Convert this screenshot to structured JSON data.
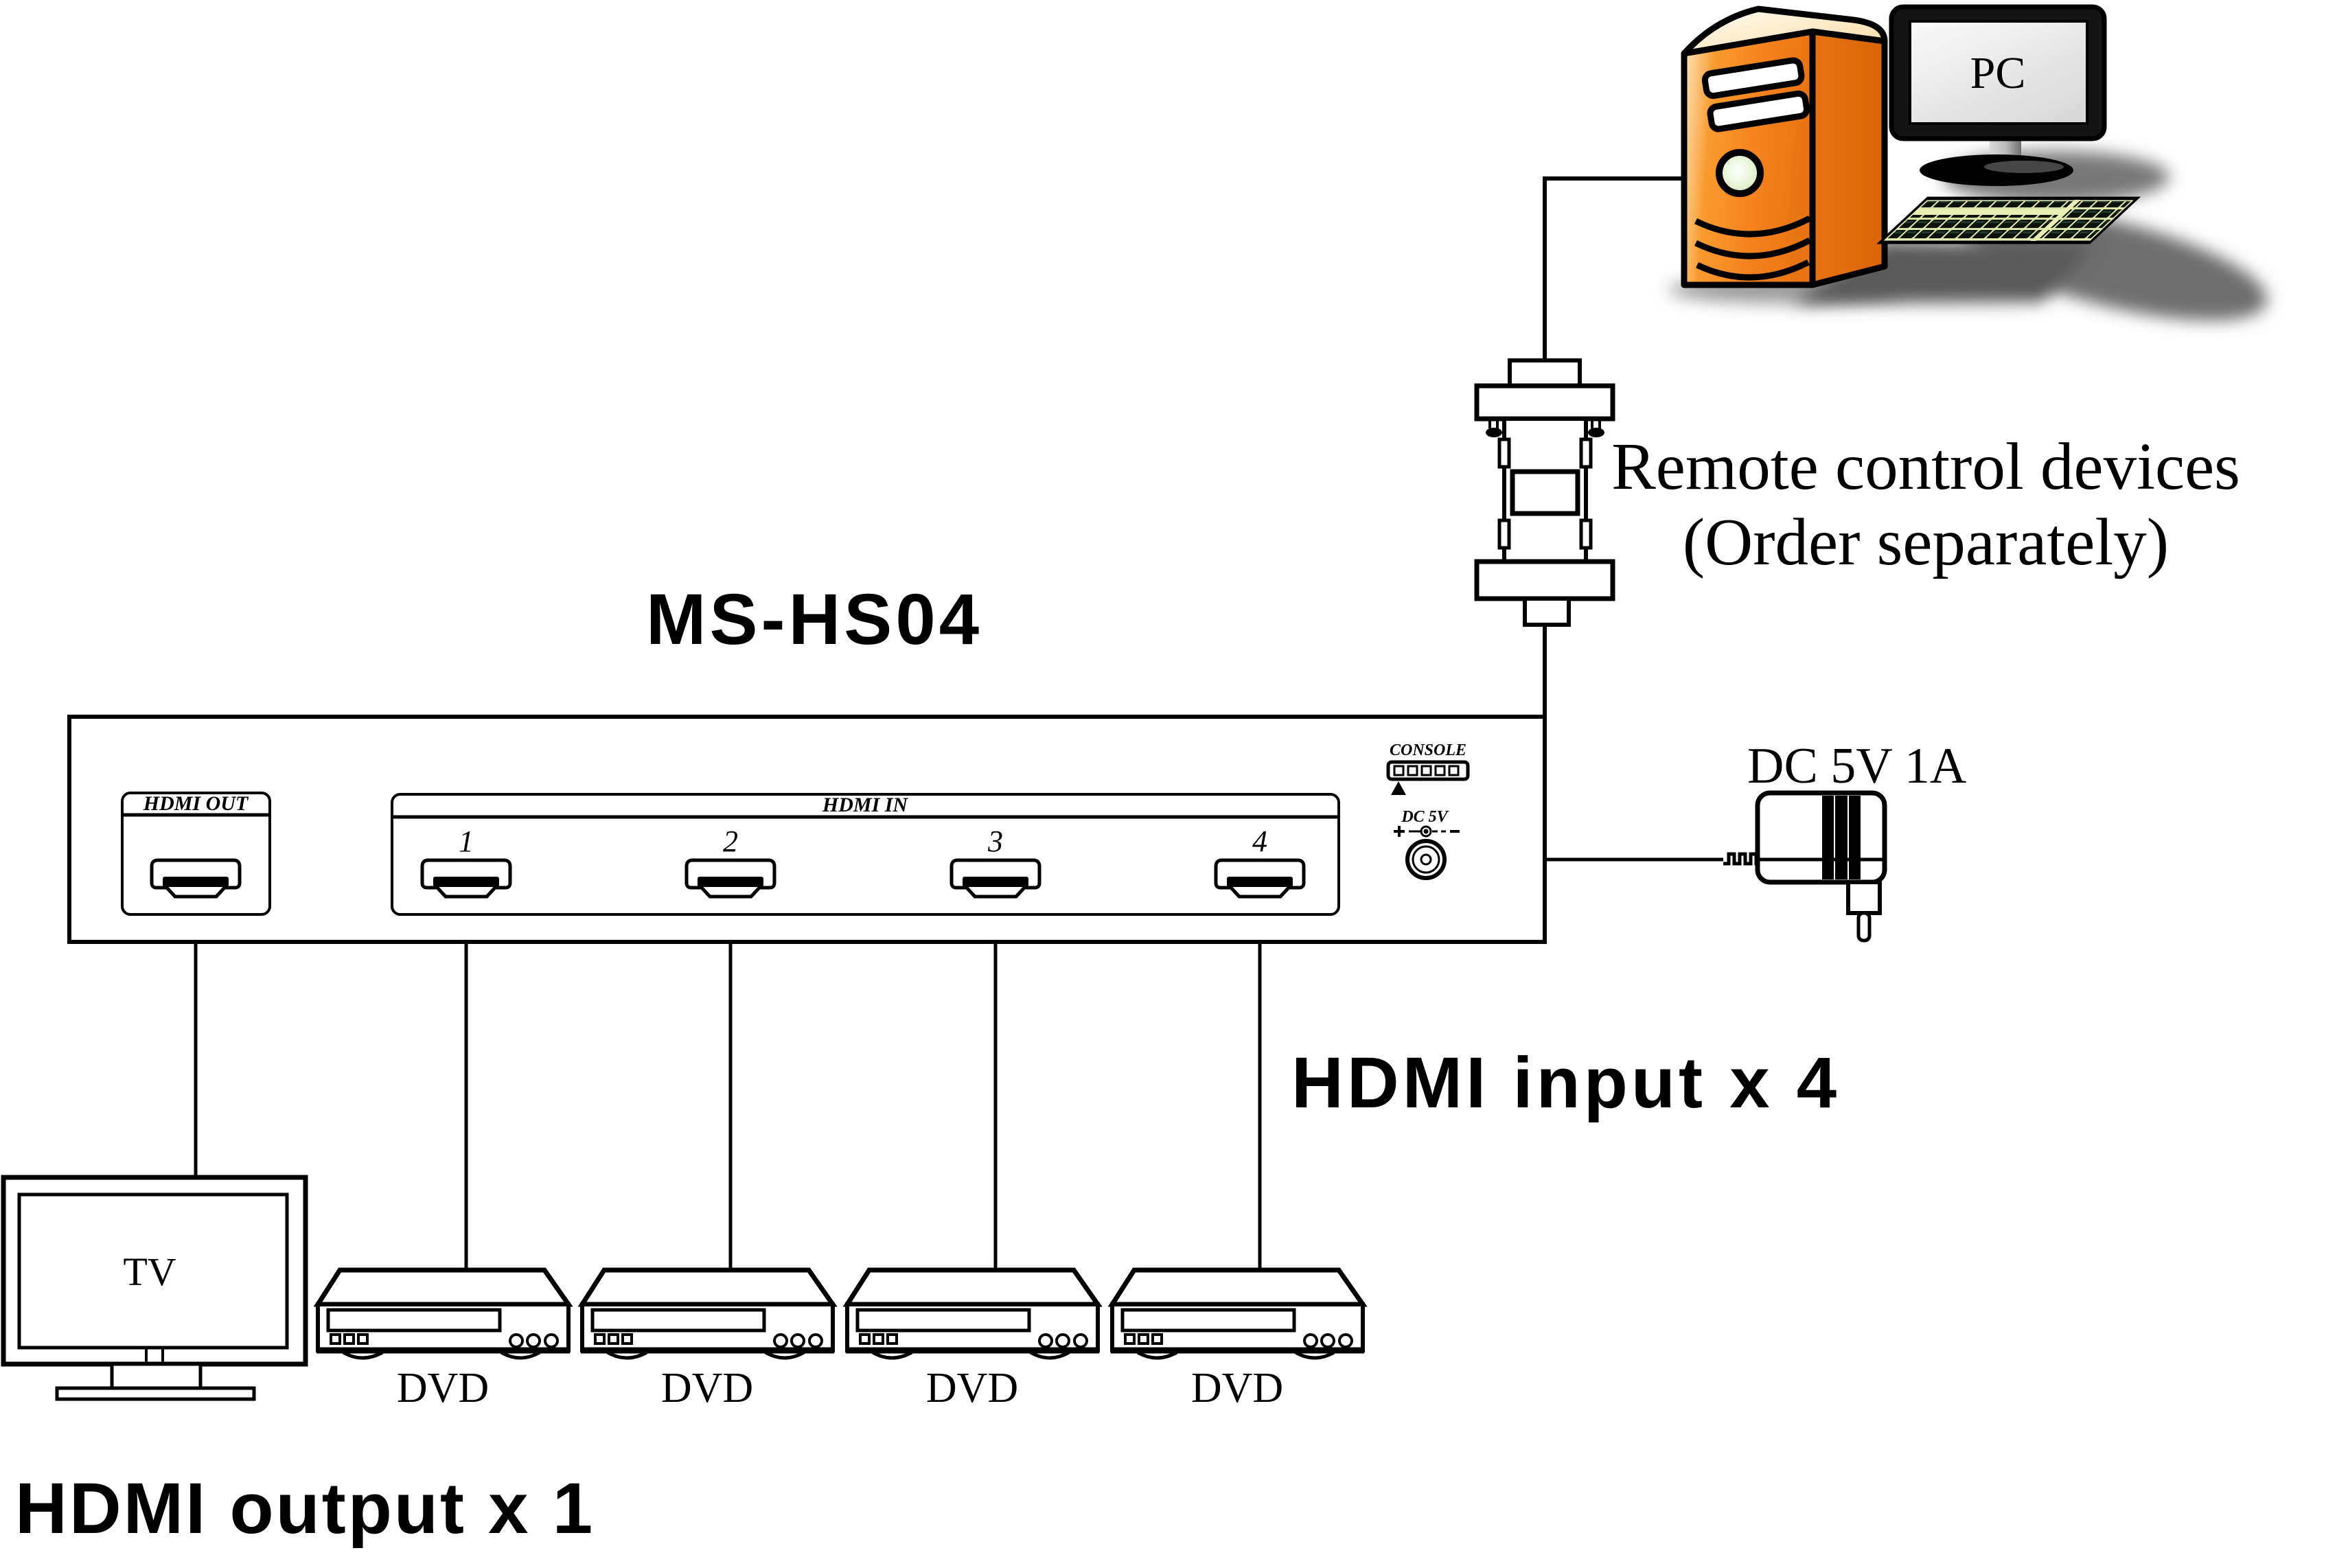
{
  "title": "MS-HS04",
  "annotations": {
    "remote_line1": "Remote control devices",
    "remote_line2": "(Order separately)",
    "power_label": "DC 5V 1A",
    "input_label": "HDMI input x 4",
    "output_label": "HDMI output x 1"
  },
  "switcher": {
    "hdmi_out_label": "HDMI OUT",
    "hdmi_in_label": "HDMI IN",
    "port_numbers": [
      "1",
      "2",
      "3",
      "4"
    ],
    "console_label": "CONSOLE",
    "dc_label": "DC 5V"
  },
  "devices": {
    "pc_label": "PC",
    "tv_label": "TV",
    "dvd_label": "DVD"
  },
  "colors": {
    "tower_orange": "#F5831F",
    "tower_orange_dark": "#DD6A0C",
    "tower_top_cream": "#FFEFC8",
    "power_led_green": "#D8EDBB",
    "keyboard_green": "#E9EFB4",
    "screen_gray": "#EDEDED",
    "line_black": "#000000"
  }
}
